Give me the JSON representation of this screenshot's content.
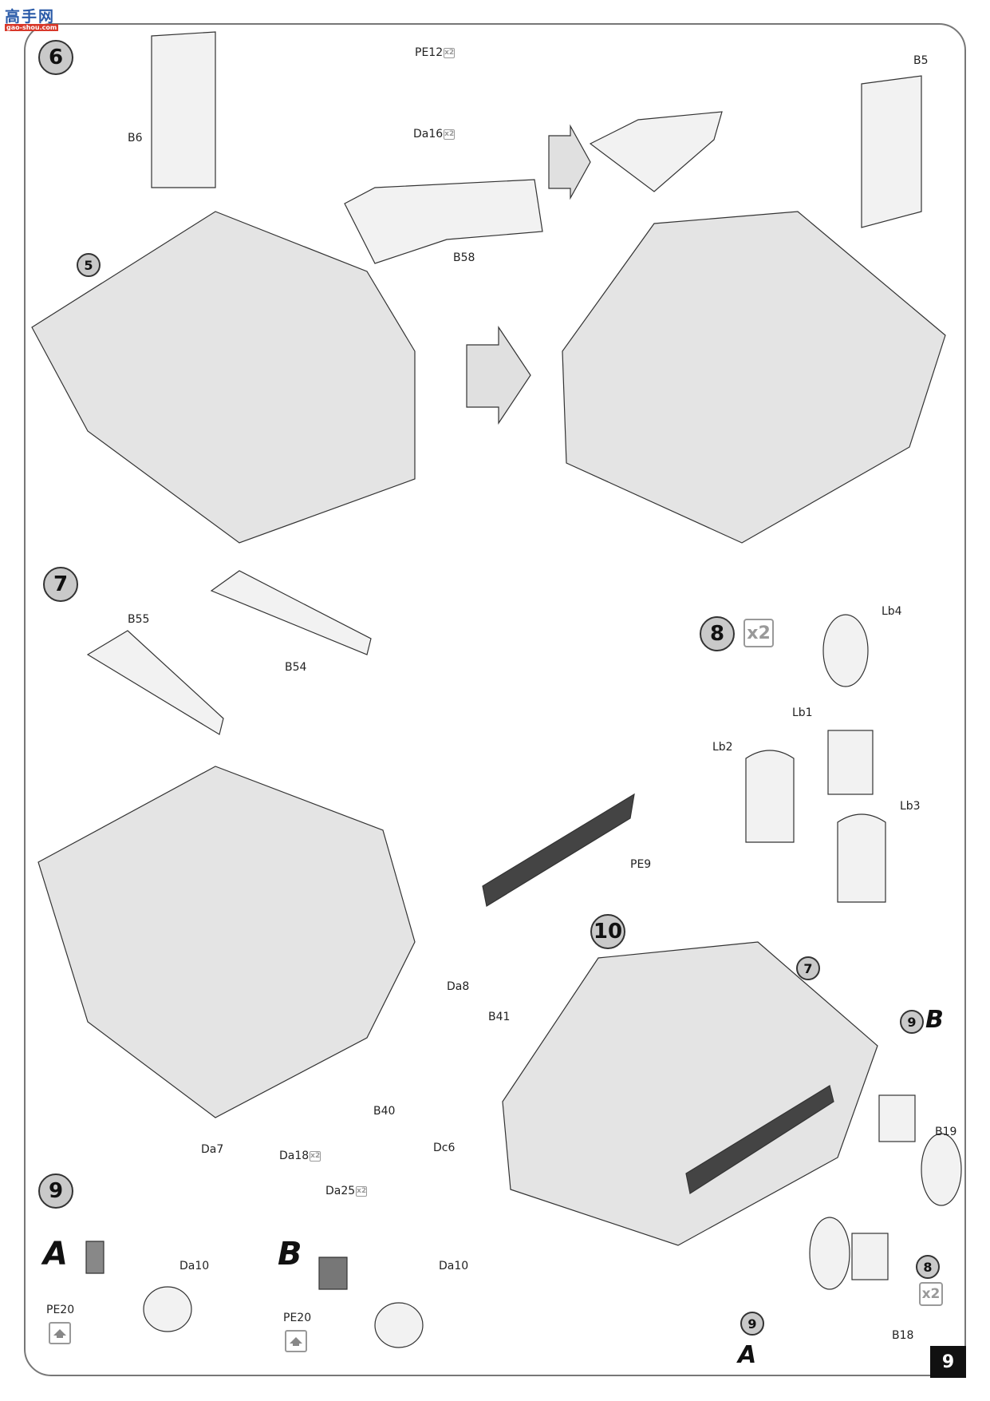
{
  "watermark": {
    "text": "高手网",
    "url": "gao-shou.com"
  },
  "page_number": "9",
  "steps": {
    "s6": {
      "number": "6",
      "sub_step_ref": "5",
      "labels": {
        "b6": "B6",
        "b5": "B5",
        "pe12": "PE12",
        "pe12_qty": "x2",
        "da16": "Da16",
        "da16_qty": "x2",
        "b58": "B58"
      }
    },
    "s7": {
      "number": "7",
      "labels": {
        "b55": "B55",
        "b54": "B54",
        "pe9": "PE9",
        "da8": "Da8",
        "b41": "B41",
        "b40": "B40",
        "da7": "Da7",
        "da18": "Da18",
        "da18_qty": "x2",
        "da25": "Da25",
        "da25_qty": "x2",
        "dc6": "Dc6"
      }
    },
    "s8": {
      "number": "8",
      "qty": "x2",
      "labels": {
        "lb4": "Lb4",
        "lb1": "Lb1",
        "lb2": "Lb2",
        "lb3": "Lb3"
      }
    },
    "s9": {
      "number": "9",
      "variant_a": {
        "letter": "A",
        "pe": "PE20",
        "part": "Da10",
        "icon": "bend-up-icon"
      },
      "variant_b": {
        "letter": "B",
        "pe": "PE20",
        "part": "Da10",
        "icon": "bend-up-icon"
      }
    },
    "s10": {
      "number": "10",
      "sub_step_ref": "7",
      "refs": {
        "s9b": "9",
        "s9b_letter": "B",
        "s9a": "9",
        "s9a_letter": "A",
        "s8": "8",
        "s8_qty": "x2"
      },
      "labels": {
        "b19": "B19",
        "b18": "B18"
      }
    }
  }
}
